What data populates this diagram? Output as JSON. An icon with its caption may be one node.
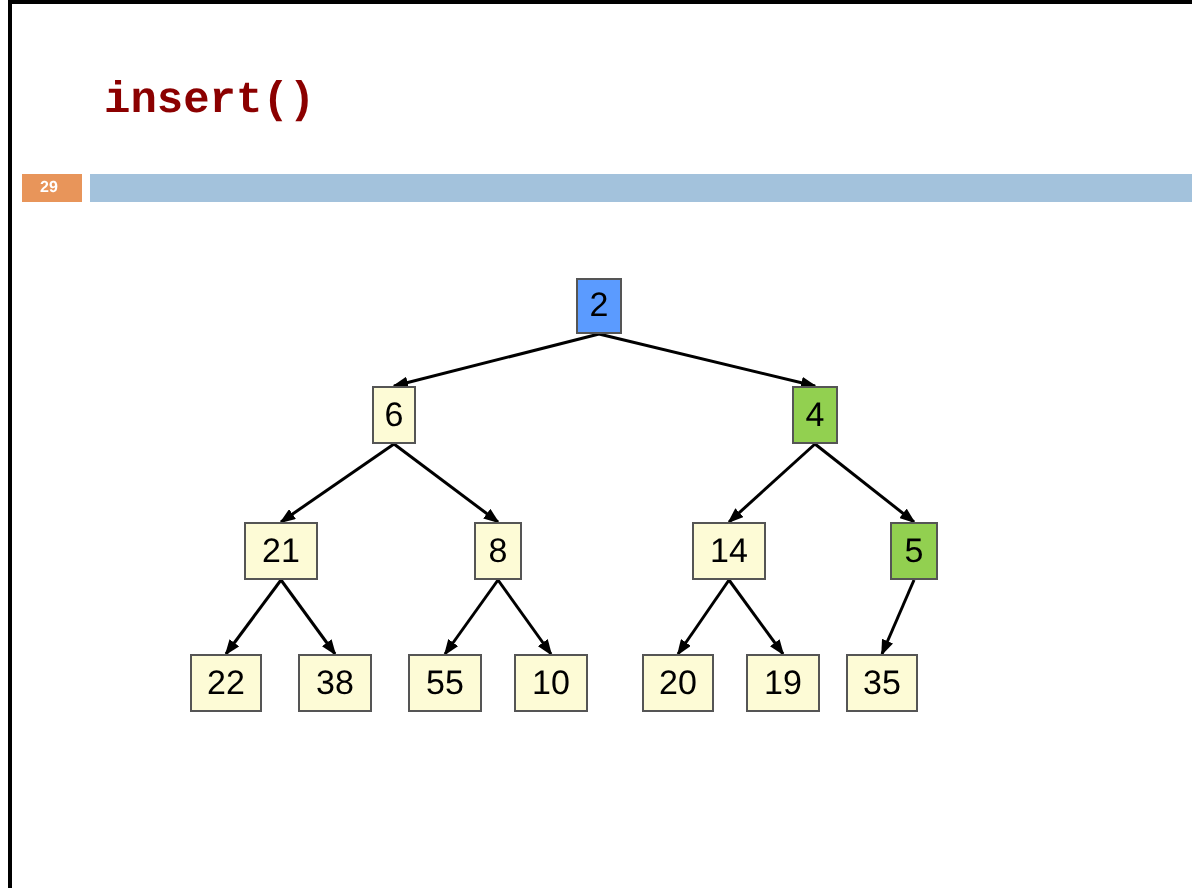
{
  "diagram": {
    "title": "insert()",
    "nodes": [
      {
        "text": [
          "2"
        ]
      },
      {
        "text": [
          "6"
        ]
      },
      {
        "text": [
          "4"
        ]
      },
      {
        "text": [
          "21"
        ]
      },
      {
        "text": [
          "8"
        ]
      },
      {
        "text": [
          "14"
        ]
      },
      {
        "text": [
          "5"
        ]
      },
      {
        "text": [
          "22"
        ]
      },
      {
        "text": [
          "38"
        ]
      },
      {
        "text": [
          "55"
        ]
      },
      {
        "text": [
          "10"
        ]
      },
      {
        "text": [
          "20"
        ]
      },
      {
        "text": [
          "19"
        ]
      },
      {
        "text": [
          "35"
        ]
      }
    ],
    "edges": [
      {
        "from": 0,
        "to": 1,
        "arrow": "to"
      },
      {
        "from": 0,
        "to": 2,
        "arrow": "to"
      },
      {
        "from": 1,
        "to": 3,
        "arrow": "to"
      },
      {
        "from": 1,
        "to": 4,
        "arrow": "to"
      },
      {
        "from": 2,
        "to": 5,
        "arrow": "to"
      },
      {
        "from": 2,
        "to": 6,
        "arrow": "to"
      },
      {
        "from": 3,
        "to": 7,
        "arrow": "to"
      },
      {
        "from": 3,
        "to": 8,
        "arrow": "to"
      },
      {
        "from": 4,
        "to": 9,
        "arrow": "to"
      },
      {
        "from": 4,
        "to": 10,
        "arrow": "to"
      },
      {
        "from": 5,
        "to": 11,
        "arrow": "to"
      },
      {
        "from": 5,
        "to": 12,
        "arrow": "to"
      },
      {
        "from": 6,
        "to": 13,
        "arrow": "to"
      }
    ],
    "labels": [
      "29"
    ]
  }
}
